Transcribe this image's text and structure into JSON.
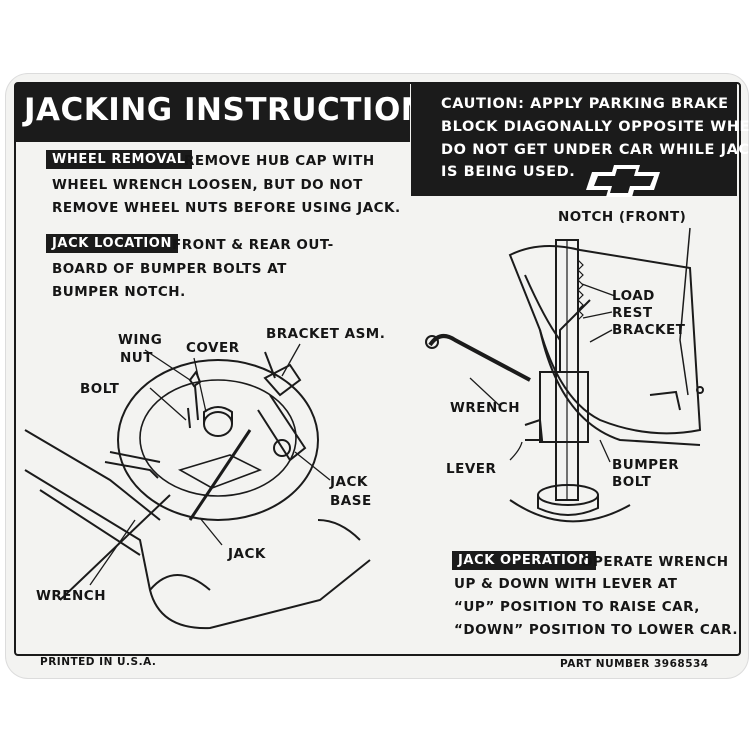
{
  "title": "JACKING INSTRUCTIONS",
  "caution": [
    "CAUTION: APPLY PARKING BRAKE",
    "BLOCK DIAGONALLY OPPOSITE WHEEL.",
    "DO NOT GET UNDER CAR WHILE JACK",
    "IS BEING USED."
  ],
  "wheel_removal": {
    "tag": "WHEEL REMOVAL",
    "lines": [
      "REMOVE HUB CAP WITH",
      "WHEEL WRENCH LOOSEN, BUT DO NOT",
      "REMOVE WHEEL NUTS BEFORE USING JACK."
    ]
  },
  "jack_location": {
    "tag": "JACK LOCATION",
    "lines": [
      "FRONT & REAR OUT-",
      "BOARD OF BUMPER BOLTS AT",
      "BUMPER NOTCH."
    ]
  },
  "jack_operation": {
    "tag": "JACK OPERATION",
    "lines": [
      "OPERATE WRENCH",
      "UP & DOWN WITH LEVER AT",
      "“UP” POSITION TO RAISE CAR,",
      "“DOWN” POSITION TO LOWER CAR."
    ]
  },
  "left_diagram": {
    "wing_nut": [
      "WING",
      "NUT"
    ],
    "cover": "COVER",
    "bracket_asm": "BRACKET ASM.",
    "bolt": "BOLT",
    "jack_base": [
      "JACK",
      "BASE"
    ],
    "jack": "JACK",
    "wrench": "WRENCH"
  },
  "right_diagram": {
    "notch": "NOTCH (FRONT)",
    "load_rest_bracket": [
      "LOAD",
      "REST",
      "BRACKET"
    ],
    "wrench": "WRENCH",
    "lever": "LEVER",
    "bumper_bolt": [
      "BUMPER",
      "BOLT"
    ]
  },
  "footer": {
    "printed": "PRINTED IN U.S.A.",
    "part_number": "PART NUMBER 3968534"
  },
  "colors": {
    "ink": "#1b1b1b",
    "paper": "#f3f3f1"
  },
  "icons": {
    "logo": "bowtie-emblem-icon"
  }
}
